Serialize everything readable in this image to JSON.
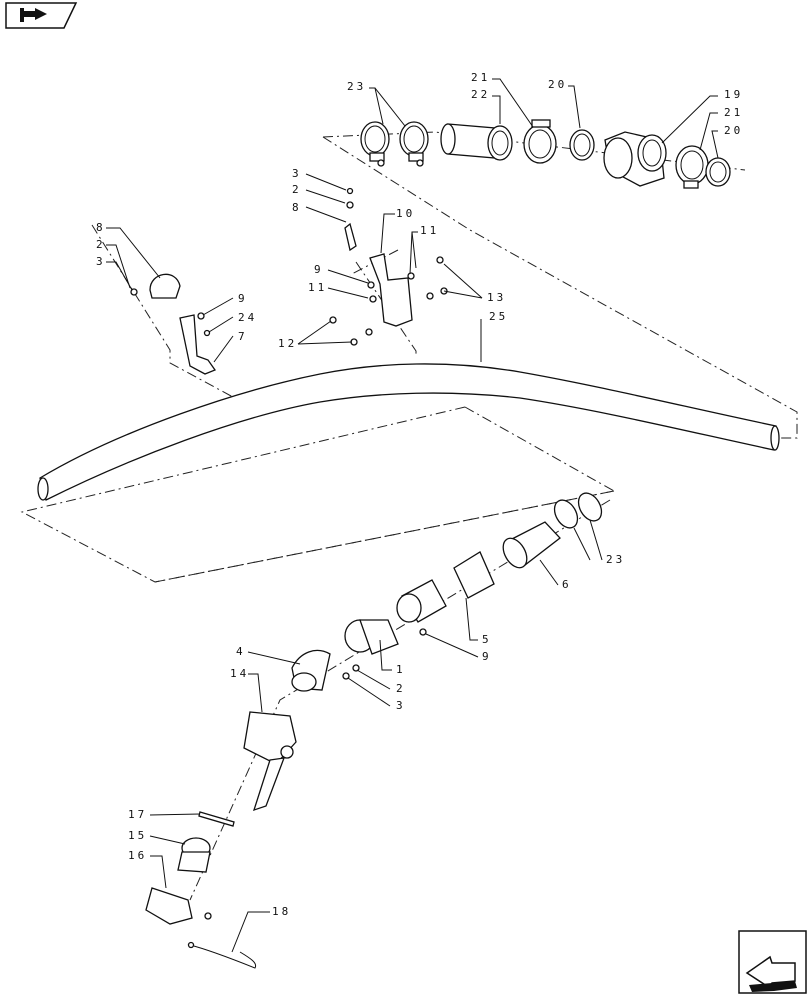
{
  "icons": {
    "top_nav": "previous-page-arrow-icon",
    "bottom_nav": "next-page-arrow-icon"
  },
  "callouts": [
    {
      "id": "c23a",
      "text": "23"
    },
    {
      "id": "c21a",
      "text": "21"
    },
    {
      "id": "c22",
      "text": "22"
    },
    {
      "id": "c20a",
      "text": "20"
    },
    {
      "id": "c19",
      "text": "19"
    },
    {
      "id": "c21b",
      "text": "21"
    },
    {
      "id": "c20b",
      "text": "20"
    },
    {
      "id": "c3a",
      "text": "3"
    },
    {
      "id": "c2a",
      "text": "2"
    },
    {
      "id": "c8a",
      "text": "8"
    },
    {
      "id": "c10",
      "text": "10"
    },
    {
      "id": "c11a",
      "text": "11"
    },
    {
      "id": "c8b",
      "text": "8"
    },
    {
      "id": "c2b",
      "text": "2"
    },
    {
      "id": "c3b",
      "text": "3"
    },
    {
      "id": "c9a",
      "text": "9"
    },
    {
      "id": "c11b",
      "text": "11"
    },
    {
      "id": "c13",
      "text": "13"
    },
    {
      "id": "c25",
      "text": "25"
    },
    {
      "id": "c9b",
      "text": "9"
    },
    {
      "id": "c24",
      "text": "24"
    },
    {
      "id": "c7",
      "text": "7"
    },
    {
      "id": "c12",
      "text": "12"
    },
    {
      "id": "c23b",
      "text": "23"
    },
    {
      "id": "c6",
      "text": "6"
    },
    {
      "id": "c5",
      "text": "5"
    },
    {
      "id": "c9c",
      "text": "9"
    },
    {
      "id": "c4",
      "text": "4"
    },
    {
      "id": "c1",
      "text": "1"
    },
    {
      "id": "c14",
      "text": "14"
    },
    {
      "id": "c2c",
      "text": "2"
    },
    {
      "id": "c3c",
      "text": "3"
    },
    {
      "id": "c17",
      "text": "17"
    },
    {
      "id": "c15",
      "text": "15"
    },
    {
      "id": "c16",
      "text": "16"
    },
    {
      "id": "c18",
      "text": "18"
    }
  ]
}
